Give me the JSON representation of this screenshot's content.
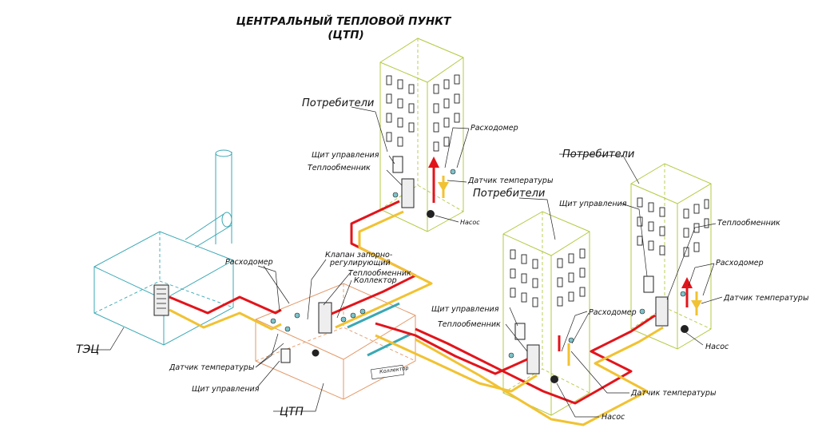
{
  "title": {
    "line1": "ЦЕНТРАЛЬНЫЙ ТЕПЛОВОЙ ПУНКТ",
    "line2": "(ЦТП)"
  },
  "labels": {
    "tec": "ТЭЦ",
    "ctp": "ЦТП",
    "collector_small": "Коллектор",
    "ctp_flowmeter": "Расходомер",
    "ctp_valve_line1": "Клапан запорно-",
    "ctp_valve_line2": "регулирующий",
    "ctp_heat_exchanger": "Теплообменник",
    "ctp_collector": "Коллектор",
    "ctp_temp_sensor": "Датчик температуры",
    "ctp_control_panel": "Щит управления",
    "b1_consumers": "Потребители",
    "b1_control_panel": "Щит управления",
    "b1_heat_exchanger": "Теплообменник",
    "b1_flowmeter": "Расходомер",
    "b1_temp_sensor": "Датчик температуры",
    "b1_pump": "Насос",
    "b2_consumers": "Потребители",
    "b2_control_panel": "Щит управления",
    "b2_heat_exchanger": "Теплообменник",
    "b2_flowmeter": "Расходомер",
    "b2_temp_sensor": "Датчик температуры",
    "b2_pump": "Насос",
    "b3_consumers": "Потребители",
    "b3_control_panel": "Щит управления",
    "b3_heat_exchanger": "Теплообменник",
    "b3_flowmeter": "Расходомер",
    "b3_temp_sensor": "Датчик температуры",
    "b3_pump": "Насос"
  },
  "colors": {
    "supply_pipe": "#e2141b",
    "return_pipe": "#f1c232",
    "tec_outline": "#3aa8b4",
    "building_outline": "#b5c943",
    "ctp_outline": "#e39a6a"
  },
  "legend_icons": {
    "supply_arrow": "red-up-arrow-icon",
    "return_arrow": "yellow-down-arrow-icon",
    "pump": "pump-icon",
    "panel": "control-panel-icon",
    "exchanger": "heat-exchanger-icon"
  }
}
